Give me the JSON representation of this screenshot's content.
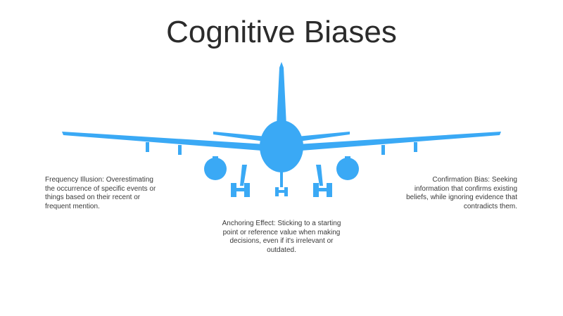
{
  "title": "Cognitive Biases",
  "colors": {
    "airplane": "#3aa9f5",
    "title": "#2b2b2b",
    "text": "#3a3a3a"
  },
  "icons": {
    "airplane": "airplane-front-silhouette-icon"
  },
  "biases": {
    "frequency_illusion": "Frequency Illusion: Overestimating the occurrence of specific events or things based on their recent or frequent mention.",
    "confirmation_bias": "Confirmation Bias: Seeking information that confirms existing beliefs, while ignoring evidence that contradicts them.",
    "anchoring_effect": "Anchoring Effect: Sticking to a starting point or reference value when making decisions, even if it's irrelevant or outdated."
  }
}
